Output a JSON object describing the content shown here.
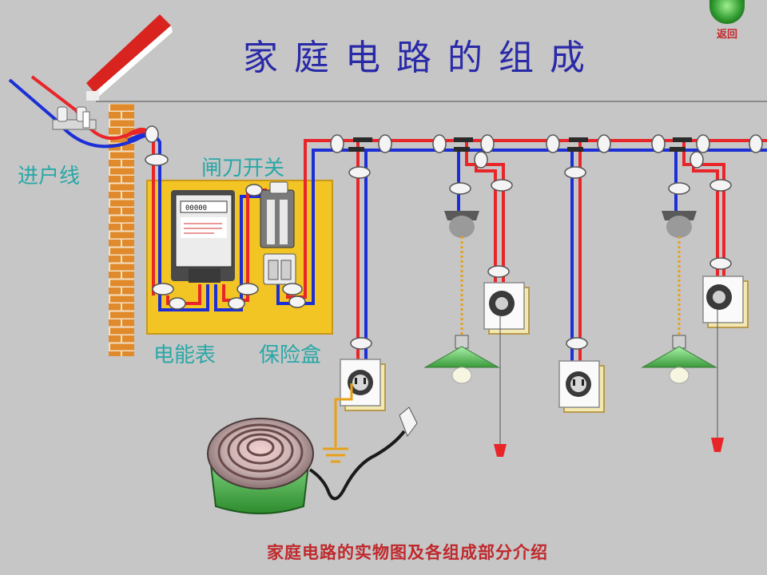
{
  "title": "家庭电路的组成",
  "labels": {
    "incoming_line": "进户线",
    "knife_switch": "闸刀开关",
    "energy_meter": "电能表",
    "fuse_box": "保险盒"
  },
  "footer": "家庭电路的实物图及各组成部分介绍",
  "back_button": {
    "label": "返回",
    "icon": "green-ball-icon"
  },
  "colors": {
    "background": "#c6c6c6",
    "title": "#2a2aa8",
    "label": "#2aa7a7",
    "footer": "#c0282c",
    "live_wire": "#e8262a",
    "neutral_wire": "#1c2fd6",
    "panel": "#f2c424",
    "brick": "#e08a2c",
    "ground": "#e8a018",
    "lamp_shade": "#7ad07a"
  }
}
